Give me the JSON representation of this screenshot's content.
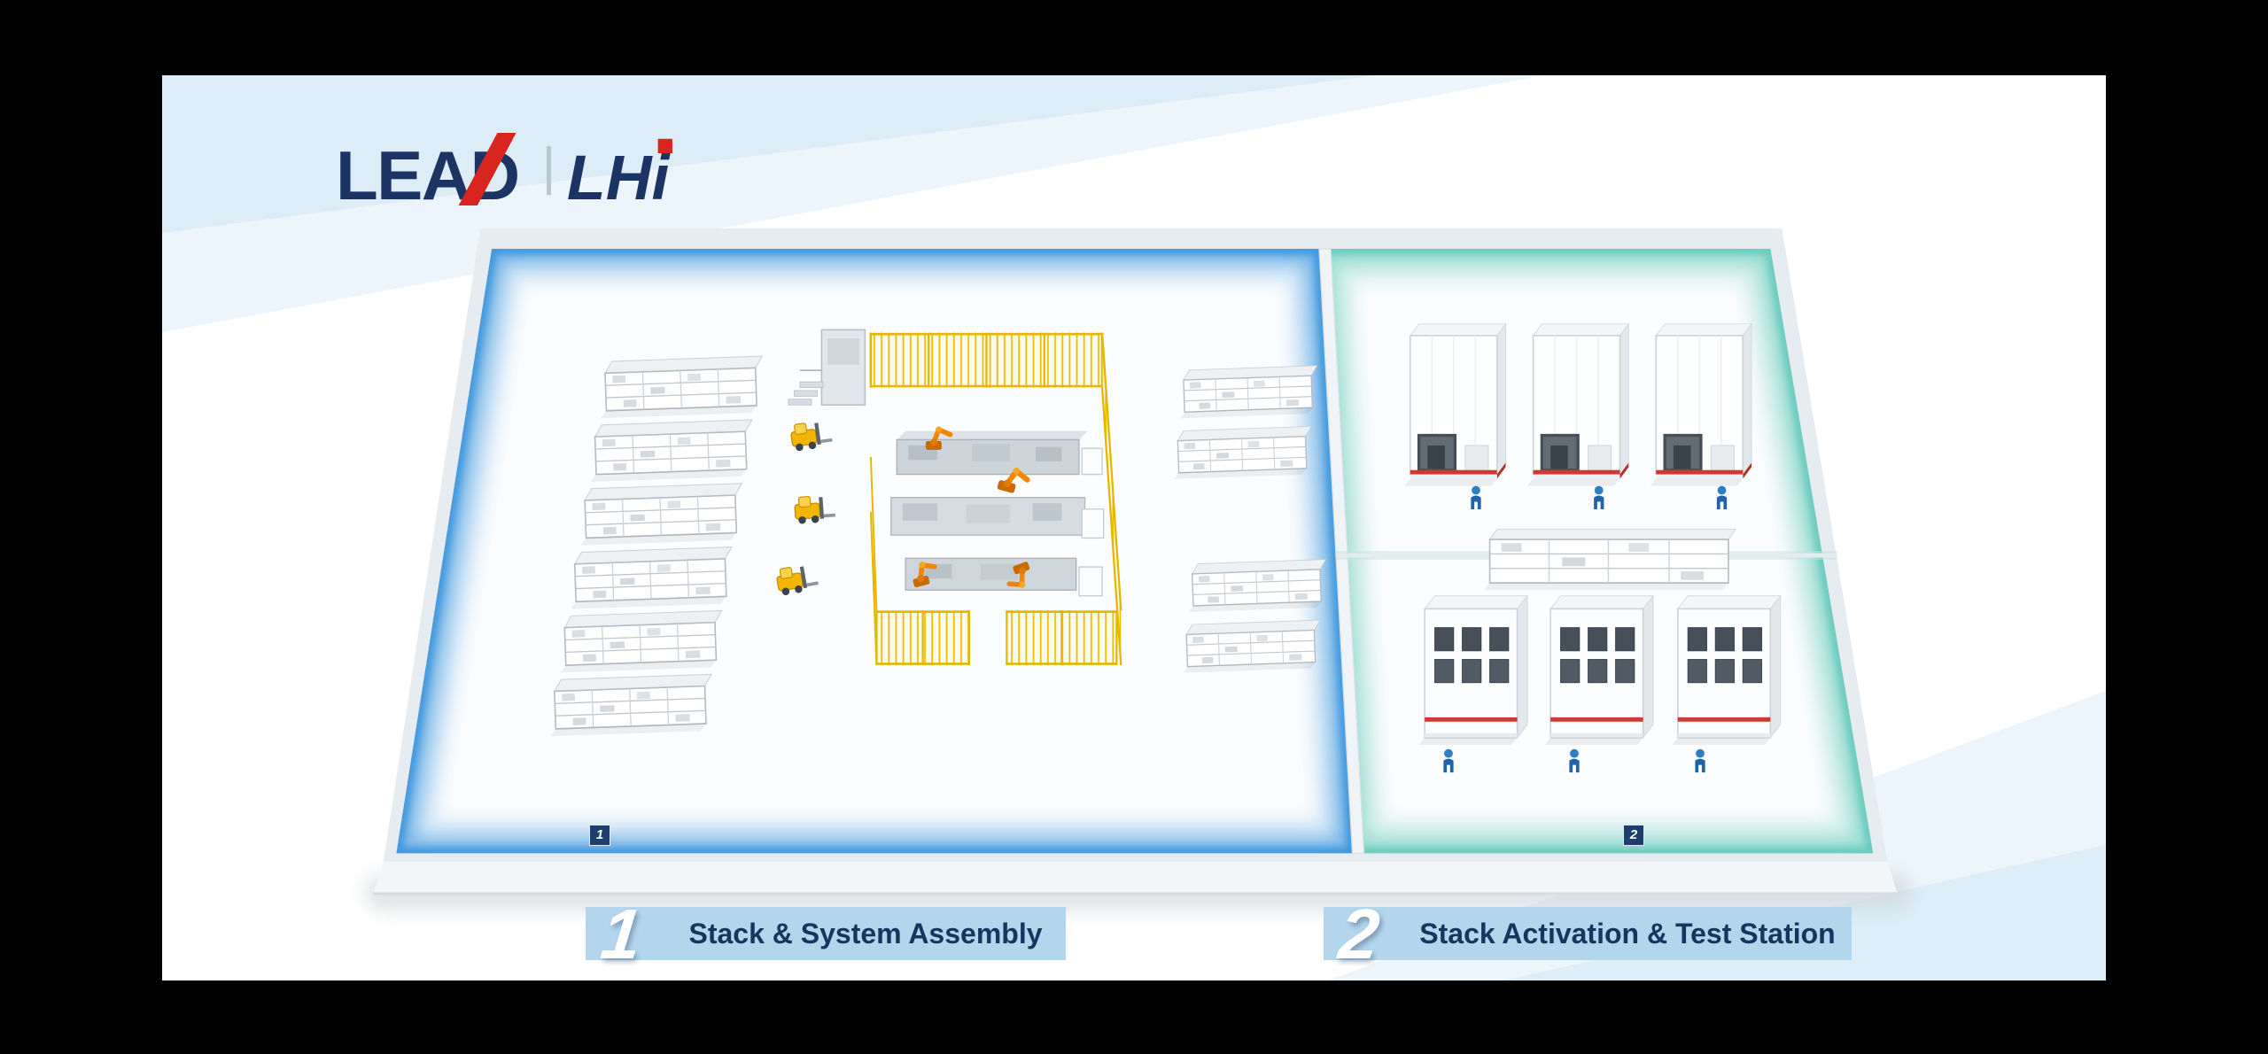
{
  "logo": {
    "primary": "LEAD",
    "secondary": "LHi"
  },
  "floor": {
    "zone1_marker": "1",
    "zone2_marker": "2"
  },
  "legend": {
    "items": [
      {
        "number": "1",
        "label": "Stack & System Assembly"
      },
      {
        "number": "2",
        "label": "Stack Activation & Test Station"
      }
    ]
  },
  "colors": {
    "background": "#000000",
    "panel": "#ffffff",
    "deco_blue": "#ddedf8",
    "navy": "#1b3464",
    "red": "#d9251f",
    "legend_band": "#b3d6ed",
    "legend_text": "#16365e",
    "zone1_glow": "#2f8fdd",
    "zone2_glow": "#55c4b5",
    "fence_yellow": "#edbe00",
    "robot_orange": "#f18500",
    "marker_navy": "#1e3f6e"
  }
}
